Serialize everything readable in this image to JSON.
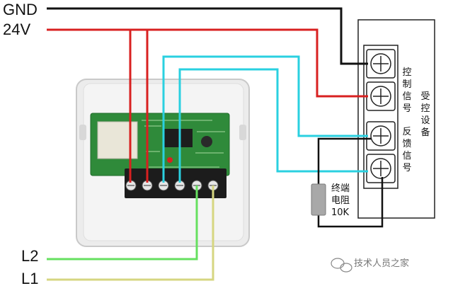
{
  "labels": {
    "gnd": "GND",
    "v24": "24V",
    "l2": "L2",
    "l1": "L1",
    "control_signal": "控制信号",
    "feedback_signal": "反馈信号",
    "controlled_device": "受控设备",
    "terminal_resistor_line1": "终端",
    "terminal_resistor_line2": "电阻",
    "terminal_resistor_value": "10K",
    "watermark": "技术人员之家"
  },
  "colors": {
    "gnd_wire": "#111111",
    "v24_wire": "#d82020",
    "feedback_wire": "#2ad0e0",
    "l2_wire": "#66e060",
    "l1_wire": "#d6d680",
    "pcb": "#2f8a3a",
    "terminal_block": "#1c1c1c",
    "resistor": "#a8a8a8"
  }
}
